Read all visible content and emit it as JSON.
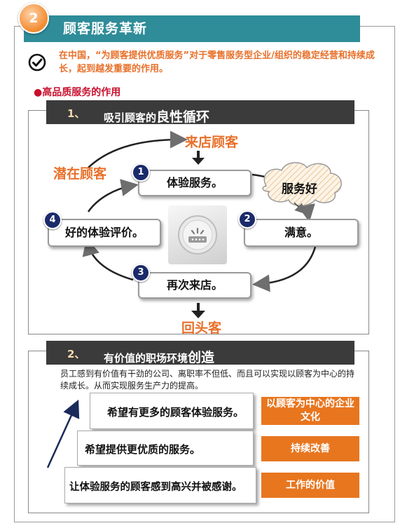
{
  "header": {
    "badge_number": "2",
    "title": "顾客服务革新"
  },
  "intro": {
    "text": "在中国，“为顾客提供优质服务”对于零售服务型企业/组织的稳定经营和持续成长，起到越发重要的作用。"
  },
  "bullet_title": "●高品质服务的作用",
  "section1": {
    "number": "1、",
    "title_prefix": "吸引顾客的",
    "title_big": "良性循环",
    "top_label": "来店顾客",
    "left_label": "潜在顾客",
    "bottom_label": "回头客",
    "cloud_label": "服务好",
    "nodes": [
      {
        "num": "1",
        "label": "体验服务。"
      },
      {
        "num": "2",
        "label": "满意。"
      },
      {
        "num": "3",
        "label": "再次来店。"
      },
      {
        "num": "4",
        "label": "好的体验评价。"
      }
    ]
  },
  "section2": {
    "number": "2、",
    "title_prefix": "有价值的职场环境",
    "title_big": "创造",
    "description": "员工感到有价值有干劲的公司、离职率不但低、而且可以实现以顾客为中心的持续成长。从而实现服务生产力的提高。",
    "steps": [
      {
        "label": "希望有更多的顾客体验服务。",
        "tag": "以顾客为中心的企业文化"
      },
      {
        "label": "希望提供更优质的服务。",
        "tag": "持续改善"
      },
      {
        "label": "让体验服务的顾客感到高兴并被感谢。",
        "tag": "工作的价值"
      }
    ]
  },
  "colors": {
    "accent_orange": "#e8702a",
    "header_teal": "#2f8c99",
    "dark_bar": "#3b3b3b",
    "number_navy": "#1a2a6a"
  }
}
